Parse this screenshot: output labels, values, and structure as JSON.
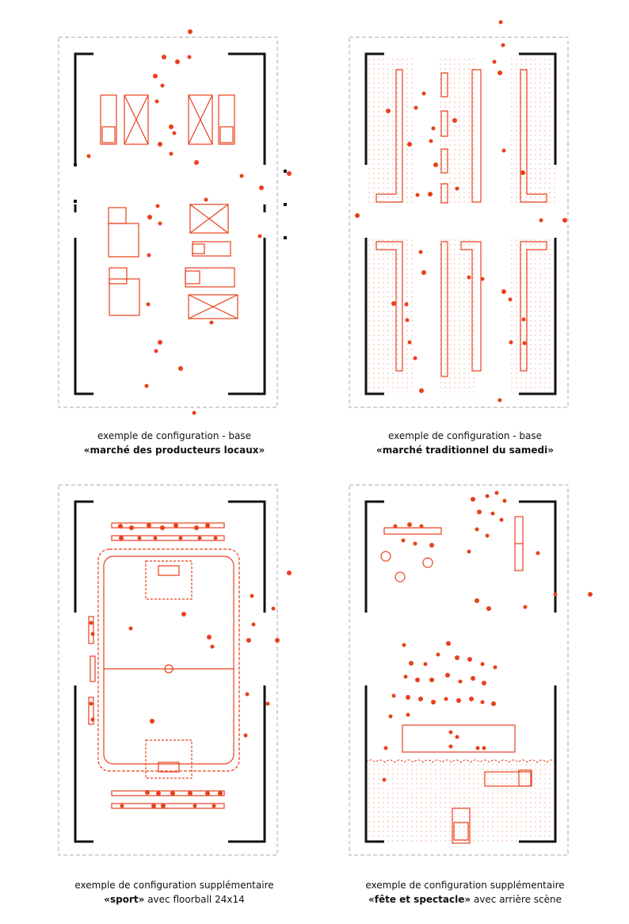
{
  "panels": [
    {
      "id": "producteurs",
      "caption_line1": "exemple de configuration - base",
      "caption_line2": "«marché des producteurs locaux»",
      "caption_line2_suffix": ""
    },
    {
      "id": "samedi",
      "caption_line1": "exemple de configuration - base",
      "caption_line2": "«marché traditionnel du samedi»",
      "caption_line2_suffix": ""
    },
    {
      "id": "sport",
      "caption_line1": "exemple de configuration supplémentaire",
      "caption_line2": "«sport»",
      "caption_line2_suffix": " avec floorball 24x14"
    },
    {
      "id": "fete",
      "caption_line1": "exemple de configuration supplémentaire",
      "caption_line2": "«fête et spectacle»",
      "caption_line2_suffix": " avec arrière scène"
    }
  ],
  "colors": {
    "accent": "#e8401c",
    "wall": "#111111",
    "boundary": "#bbbbbb",
    "dots": "#f2a48e"
  }
}
